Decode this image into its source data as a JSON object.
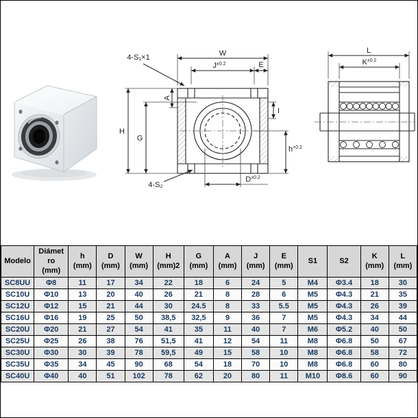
{
  "title": "SC series linear bearing block dimensional drawings and specification table",
  "photo": {
    "name": "SC linear bearing block product photo"
  },
  "front_view": {
    "labels": {
      "s1_callout": "4-S₁×1",
      "w": "W",
      "j": "J",
      "j_tol": "±0.2",
      "e": "E",
      "a": "A",
      "i": "I",
      "h_small": "h",
      "h_tol": "+0.2",
      "height": "H",
      "g": "G",
      "s2_callout": "4-S₂",
      "d": "D",
      "d_tol": "±0.2"
    }
  },
  "side_view": {
    "labels": {
      "l": "L",
      "k": "K",
      "k_tol": "±0.2"
    }
  },
  "table": {
    "headers": [
      {
        "lines": [
          "Modelo"
        ]
      },
      {
        "lines": [
          "Diámet",
          "ro",
          "(mm)"
        ]
      },
      {
        "lines": [
          "h",
          "(mm)"
        ]
      },
      {
        "lines": [
          "D",
          "(mm)"
        ]
      },
      {
        "lines": [
          "W",
          "(mm)"
        ]
      },
      {
        "lines": [
          "H",
          "(mm)2"
        ]
      },
      {
        "lines": [
          "G",
          "(mm)"
        ]
      },
      {
        "lines": [
          "A",
          "(mm)"
        ]
      },
      {
        "lines": [
          "J",
          "(mm)"
        ]
      },
      {
        "lines": [
          "E",
          "(mm)"
        ]
      },
      {
        "lines": [
          "S1"
        ]
      },
      {
        "lines": [
          "S2"
        ]
      },
      {
        "lines": [
          "K",
          "(mm)"
        ]
      },
      {
        "lines": [
          "L",
          "(mm)"
        ]
      }
    ],
    "rows": [
      {
        "cells": [
          "SC8UU",
          "Φ8",
          "11",
          "17",
          "34",
          "22",
          "18",
          "6",
          "24",
          "5",
          "M4",
          "Φ3.4",
          "18",
          "30"
        ]
      },
      {
        "cells": [
          "SC10U",
          "Φ10",
          "13",
          "20",
          "40",
          "26",
          "21",
          "8",
          "28",
          "6",
          "M5",
          "Φ4.3",
          "21",
          "35"
        ]
      },
      {
        "cells": [
          "SC12U",
          "Φ12",
          "15",
          "21",
          "44",
          "30",
          "24.5",
          "8",
          "33",
          "5.5",
          "M5",
          "Φ4.3",
          "26",
          "39"
        ]
      },
      {
        "cells": [
          "SC16U",
          "Φ16",
          "19",
          "25",
          "50",
          "38,5",
          "32,5",
          "9",
          "36",
          "7",
          "M5",
          "Φ4.3",
          "34",
          "44"
        ]
      },
      {
        "cells": [
          "SC20U",
          "Φ20",
          "21",
          "27",
          "54",
          "41",
          "35",
          "11",
          "40",
          "7",
          "M6",
          "Φ5.2",
          "40",
          "50"
        ]
      },
      {
        "cells": [
          "SC25U",
          "Φ25",
          "26",
          "38",
          "76",
          "51,5",
          "41",
          "12",
          "54",
          "11",
          "M8",
          "Φ6.8",
          "50",
          "67"
        ]
      },
      {
        "cells": [
          "SC30U",
          "Φ30",
          "30",
          "39",
          "78",
          "59,5",
          "49",
          "15",
          "58",
          "10",
          "M8",
          "Φ6.8",
          "58",
          "72"
        ]
      },
      {
        "cells": [
          "SC35U",
          "Φ35",
          "34",
          "45",
          "90",
          "68",
          "54",
          "18",
          "70",
          "10",
          "M8",
          "Φ6.8",
          "60",
          "80"
        ]
      },
      {
        "cells": [
          "SC40U",
          "Φ40",
          "40",
          "51",
          "102",
          "78",
          "62",
          "20",
          "80",
          "11",
          "M10",
          "Φ8.6",
          "60",
          "90"
        ]
      }
    ]
  },
  "colors": {
    "header_bg": "#d7d7d7",
    "row_alt_bg": "#e4e4e4",
    "row_bg": "#fbfbfb",
    "cell_text": "#17375e",
    "border": "#000000"
  }
}
